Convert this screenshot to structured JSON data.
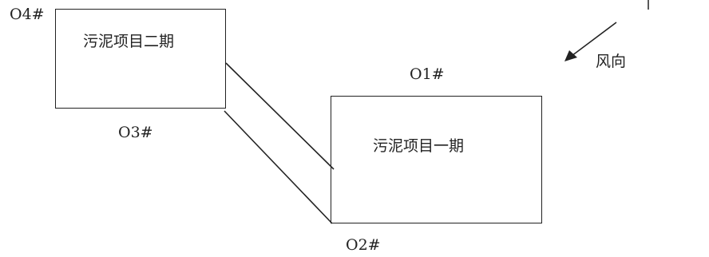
{
  "areas": [
    {
      "id": "phase2",
      "label": "污泥项目二期"
    },
    {
      "id": "phase1",
      "label": "污泥项目一期"
    }
  ],
  "monitoring_points": [
    {
      "id": "p1",
      "label": "O1#"
    },
    {
      "id": "p2",
      "label": "O2#"
    },
    {
      "id": "p3",
      "label": "O3#"
    },
    {
      "id": "p4",
      "label": "O4#"
    }
  ],
  "wind": {
    "label": "风向"
  }
}
